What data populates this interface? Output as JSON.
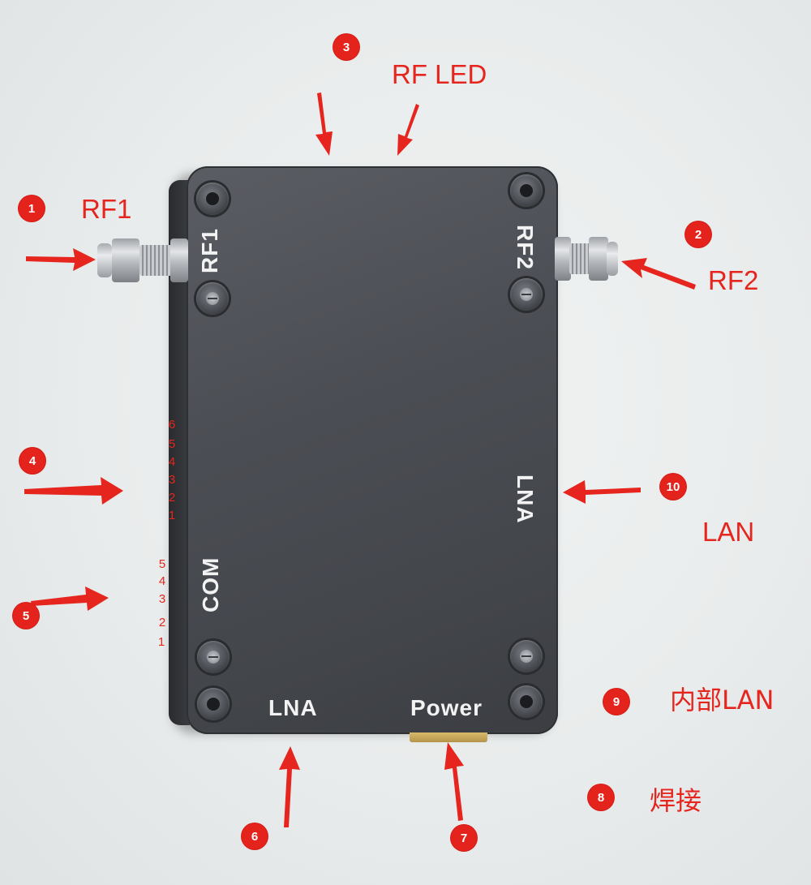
{
  "device": {
    "labels": {
      "rf1": "RF1",
      "rf2": "RF2",
      "com": "COM",
      "lna_side": "LNA",
      "lna_bottom": "LNA",
      "power": "Power"
    },
    "pins_upper": [
      "6",
      "5",
      "4",
      "3",
      "2",
      "1"
    ],
    "pins_com": [
      "5",
      "4",
      "3",
      "2",
      "1"
    ]
  },
  "annotations": [
    {
      "number": "1",
      "text": "RF1"
    },
    {
      "number": "2",
      "text": "RF2"
    },
    {
      "number": "3",
      "text": "RF LED"
    },
    {
      "number": "4",
      "text": ""
    },
    {
      "number": "5",
      "text": ""
    },
    {
      "number": "6",
      "text": ""
    },
    {
      "number": "7",
      "text": ""
    },
    {
      "number": "8",
      "text": "焊接"
    },
    {
      "number": "9",
      "text": "内部LAN"
    },
    {
      "number": "10",
      "text": "LAN"
    }
  ],
  "colors": {
    "annotation": "#e5251e",
    "device_body": "#4b4e54",
    "background": "#eceeee"
  },
  "icons": [
    "screw-icon",
    "sma-connector-icon",
    "arrow-icon"
  ]
}
